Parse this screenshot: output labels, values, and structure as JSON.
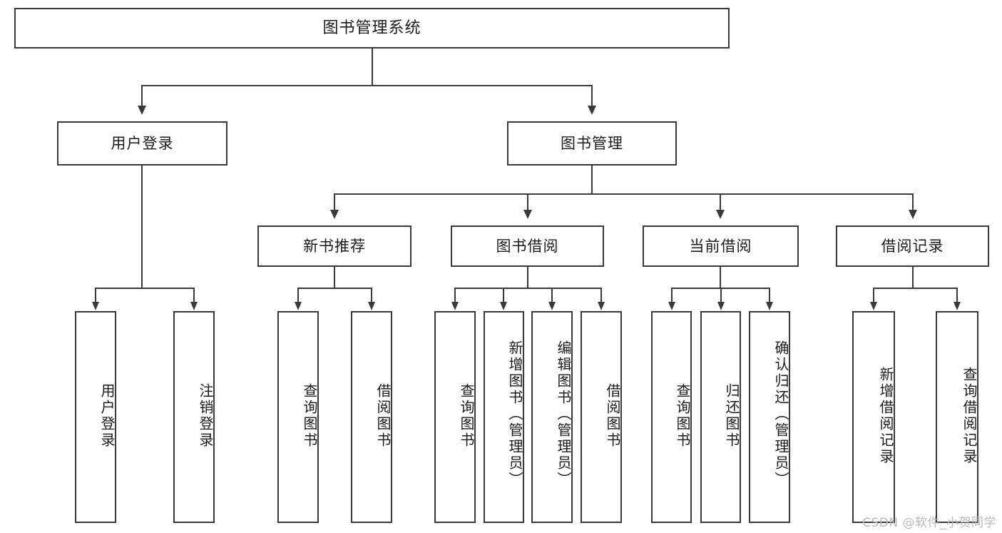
{
  "diagram": {
    "type": "tree-hierarchy",
    "title": "图书管理系统",
    "root": {
      "label": "图书管理系统"
    },
    "level1": [
      {
        "id": "user-login",
        "label": "用户登录"
      },
      {
        "id": "book-management",
        "label": "图书管理"
      }
    ],
    "level2": [
      {
        "id": "new-book-recommend",
        "label": "新书推荐",
        "parent": "book-management"
      },
      {
        "id": "book-borrow",
        "label": "图书借阅",
        "parent": "book-management"
      },
      {
        "id": "current-borrow",
        "label": "当前借阅",
        "parent": "book-management"
      },
      {
        "id": "borrow-record",
        "label": "借阅记录",
        "parent": "book-management"
      }
    ],
    "leaves": {
      "user_login": [
        {
          "id": "leaf-user-login",
          "label": "用户登录"
        },
        {
          "id": "leaf-logout-login",
          "label": "注销登录"
        }
      ],
      "new_book_recommend": [
        {
          "id": "leaf-query-book-1",
          "label": "查询图书"
        },
        {
          "id": "leaf-borrow-book-1",
          "label": "借阅图书"
        }
      ],
      "book_borrow": [
        {
          "id": "leaf-query-book-2",
          "label": "查询图书"
        },
        {
          "id": "leaf-add-book",
          "label": "新增图书（管理员）"
        },
        {
          "id": "leaf-edit-book",
          "label": "编辑图书（管理员）"
        },
        {
          "id": "leaf-borrow-book-2",
          "label": "借阅图书"
        }
      ],
      "current_borrow": [
        {
          "id": "leaf-query-book-3",
          "label": "查询图书"
        },
        {
          "id": "leaf-return-book",
          "label": "归还图书"
        },
        {
          "id": "leaf-confirm-return",
          "label": "确认归还（管理员）"
        }
      ],
      "borrow_record": [
        {
          "id": "leaf-add-borrow-record",
          "label": "新增借阅记录"
        },
        {
          "id": "leaf-query-borrow-record",
          "label": "查询借阅记录"
        }
      ]
    },
    "colors": {
      "stroke": "#3a3a3a",
      "fill": "#ffffff",
      "text": "#1b1b1b",
      "watermark": "#b9b9b9"
    }
  },
  "watermark": {
    "text": "CSDN @软件_小贺同学"
  }
}
